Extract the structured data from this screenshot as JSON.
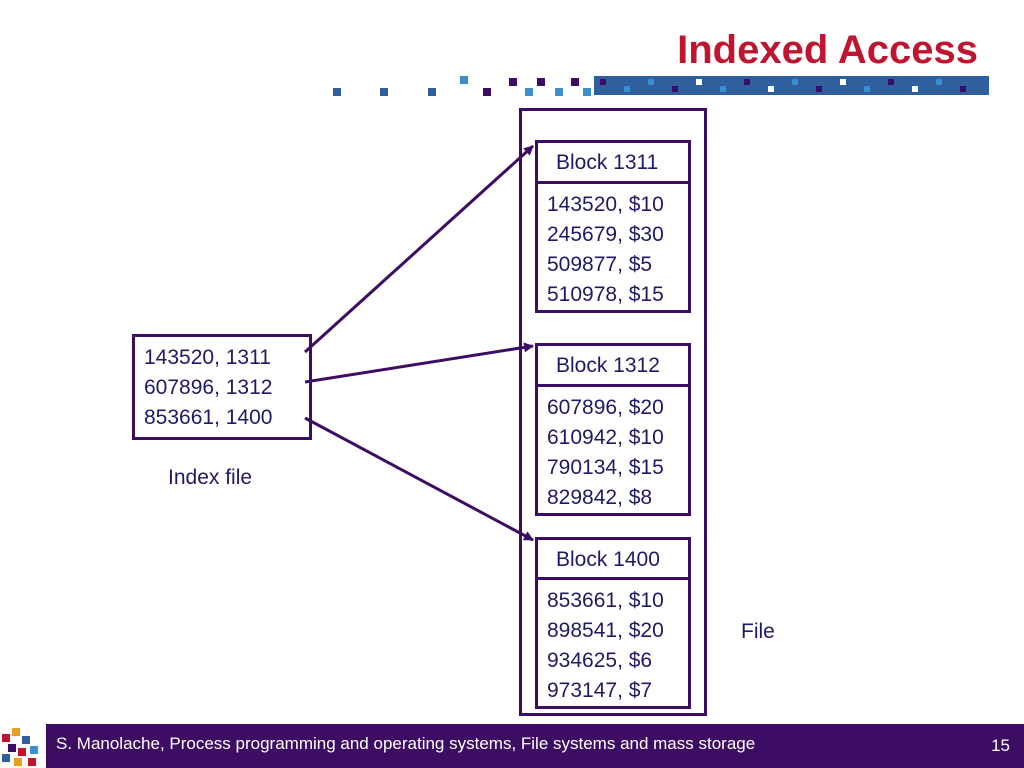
{
  "title": "Indexed Access",
  "index_file": {
    "label": "Index file",
    "entries": [
      "143520, 1311",
      "607896, 1312",
      "853661, 1400"
    ]
  },
  "file": {
    "label": "File",
    "blocks": [
      {
        "name": "Block 1311",
        "records": [
          "143520, $10",
          "245679, $30",
          "509877, $5",
          "510978, $15"
        ]
      },
      {
        "name": "Block 1312",
        "records": [
          "607896, $20",
          "610942, $10",
          "790134, $15",
          "829842, $8"
        ]
      },
      {
        "name": "Block 1400",
        "records": [
          "853661, $10",
          "898541, $20",
          "934625, $6",
          "973147, $7"
        ]
      }
    ]
  },
  "footer": {
    "text": "S. Manolache, Process programming and operating systems, File systems and mass storage",
    "page_number": "15"
  },
  "colors": {
    "title": "#c0152f",
    "border": "#3d0d63",
    "text": "#1f1a66",
    "footer_bg": "#3d0d63"
  }
}
